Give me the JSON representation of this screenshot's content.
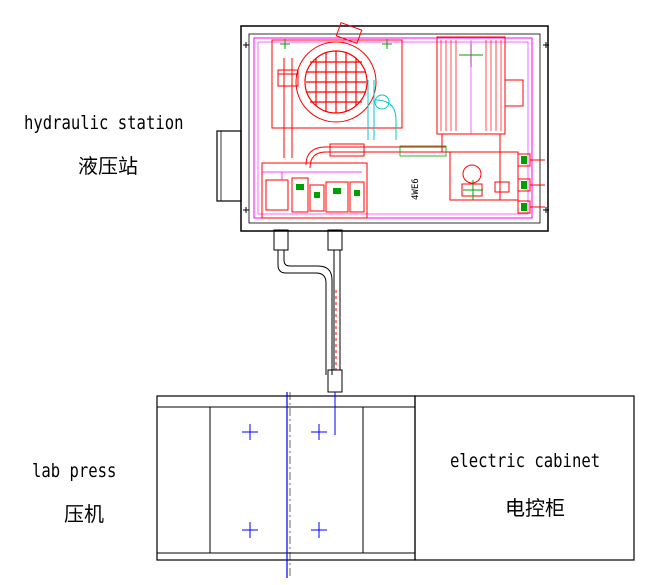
{
  "labels": {
    "hydraulic_station_en": "hydraulic station",
    "hydraulic_station_cn": "液压站",
    "lab_press_en": "lab press",
    "lab_press_cn": "压机",
    "electric_cabinet_en": "electric cabinet",
    "electric_cabinet_cn": "电控柜",
    "component_code": "4WE6"
  },
  "colors": {
    "outline": "#000000",
    "magenta": "#ff00ff",
    "red": "#ff0000",
    "green": "#00a000",
    "cyan": "#00c8c8",
    "blue": "#0000ff"
  }
}
